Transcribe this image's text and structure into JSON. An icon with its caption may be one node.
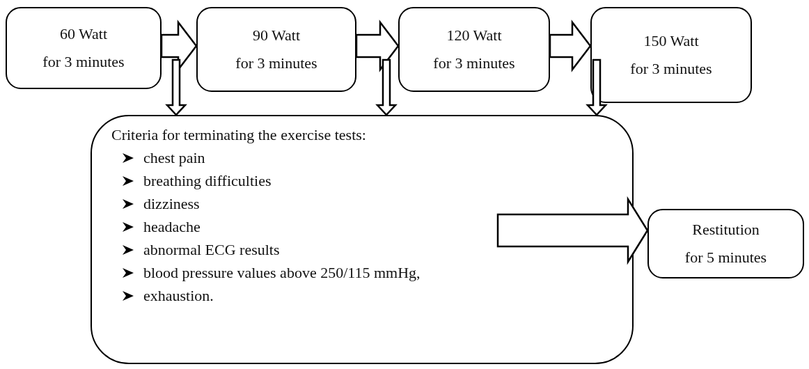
{
  "diagram": {
    "nodes": [
      {
        "text": [
          "60 Watt",
          "for 3 minutes"
        ]
      },
      {
        "text": [
          "90 Watt",
          "for 3 minutes"
        ]
      },
      {
        "text": [
          "120 Watt",
          "for 3 minutes"
        ]
      },
      {
        "text": [
          "150 Watt",
          "for 3 minutes"
        ]
      },
      {
        "text": [
          "Criteria for terminating the exercise tests:",
          "chest pain",
          "breathing difficulties",
          "dizziness",
          "headache",
          "abnormal ECG results",
          "blood pressure values above 250/115 mmHg,",
          "exhaustion."
        ]
      },
      {
        "text": [
          "Restitution",
          "for 5 minutes"
        ]
      }
    ],
    "edges": [
      {
        "from": 0,
        "to": 1,
        "arrow": "to"
      },
      {
        "from": 1,
        "to": 2,
        "arrow": "to"
      },
      {
        "from": 2,
        "to": 3,
        "arrow": "to"
      },
      {
        "from": null,
        "to": 4,
        "arrow": "to"
      },
      {
        "from": null,
        "to": 4,
        "arrow": "to"
      },
      {
        "from": null,
        "to": 4,
        "arrow": "to"
      },
      {
        "from": 4,
        "to": 5,
        "arrow": "to"
      }
    ]
  }
}
